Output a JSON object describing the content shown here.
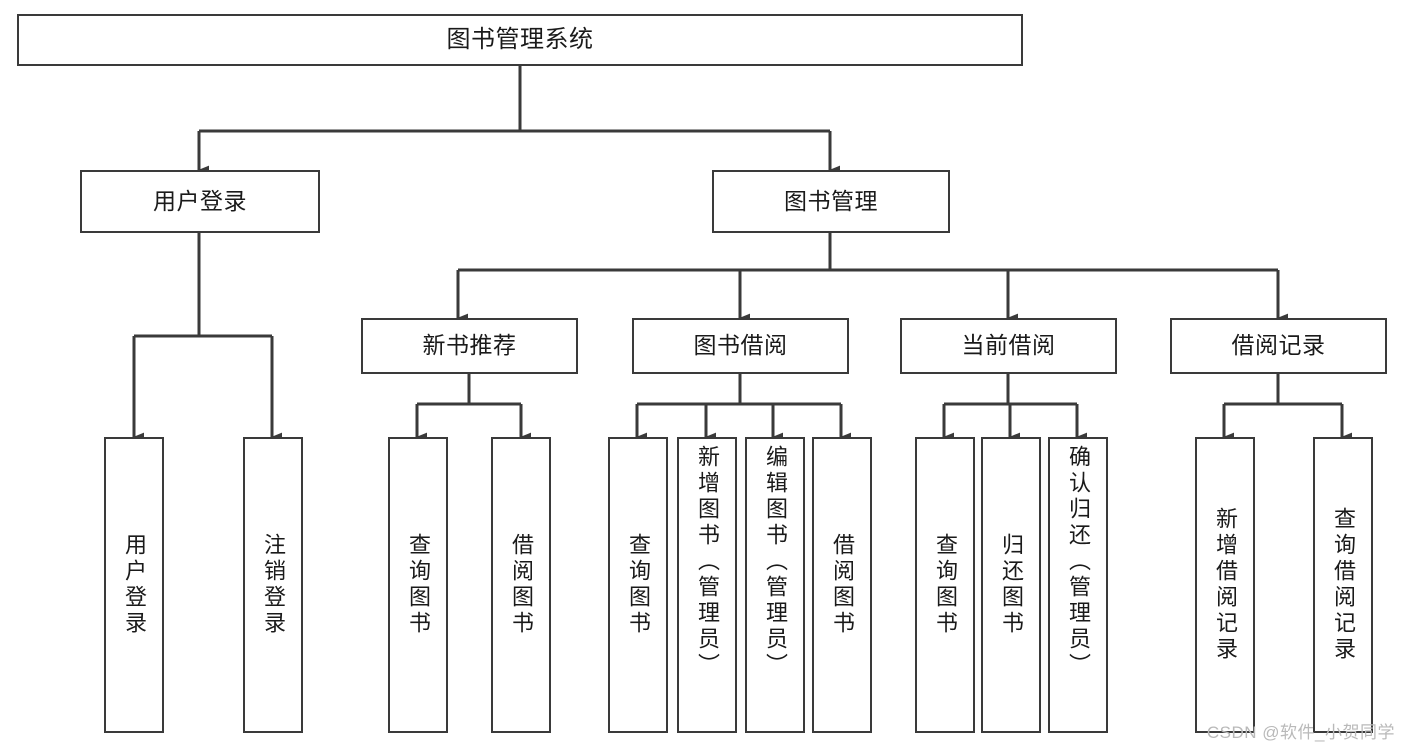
{
  "diagram": {
    "type": "tree-hierarchy-chart",
    "title": "图书管理系统",
    "line_color": "#3a3a3a",
    "box_fill": "#ffffff",
    "text_color": "#1a1a1a",
    "watermark": "CSDN @软件_小贺同学",
    "levels": {
      "root": {
        "label": "图书管理系统"
      },
      "level1": [
        {
          "label": "用户登录"
        },
        {
          "label": "图书管理"
        }
      ],
      "level2": [
        {
          "label": "新书推荐"
        },
        {
          "label": "图书借阅"
        },
        {
          "label": "当前借阅"
        },
        {
          "label": "借阅记录"
        }
      ],
      "leaves": {
        "user_login": [
          {
            "label": "用户登录"
          },
          {
            "label": "注销登录"
          }
        ],
        "new_book_recommend": [
          {
            "label": "查询图书"
          },
          {
            "label": "借阅图书"
          }
        ],
        "book_borrow": [
          {
            "label": "查询图书"
          },
          {
            "label": "新增图书（管理员）"
          },
          {
            "label": "编辑图书（管理员）"
          },
          {
            "label": "借阅图书"
          }
        ],
        "current_borrow": [
          {
            "label": "查询图书"
          },
          {
            "label": "归还图书"
          },
          {
            "label": "确认归还（管理员）"
          }
        ],
        "borrow_record": [
          {
            "label": "新增借阅记录"
          },
          {
            "label": "查询借阅记录"
          }
        ]
      }
    }
  }
}
